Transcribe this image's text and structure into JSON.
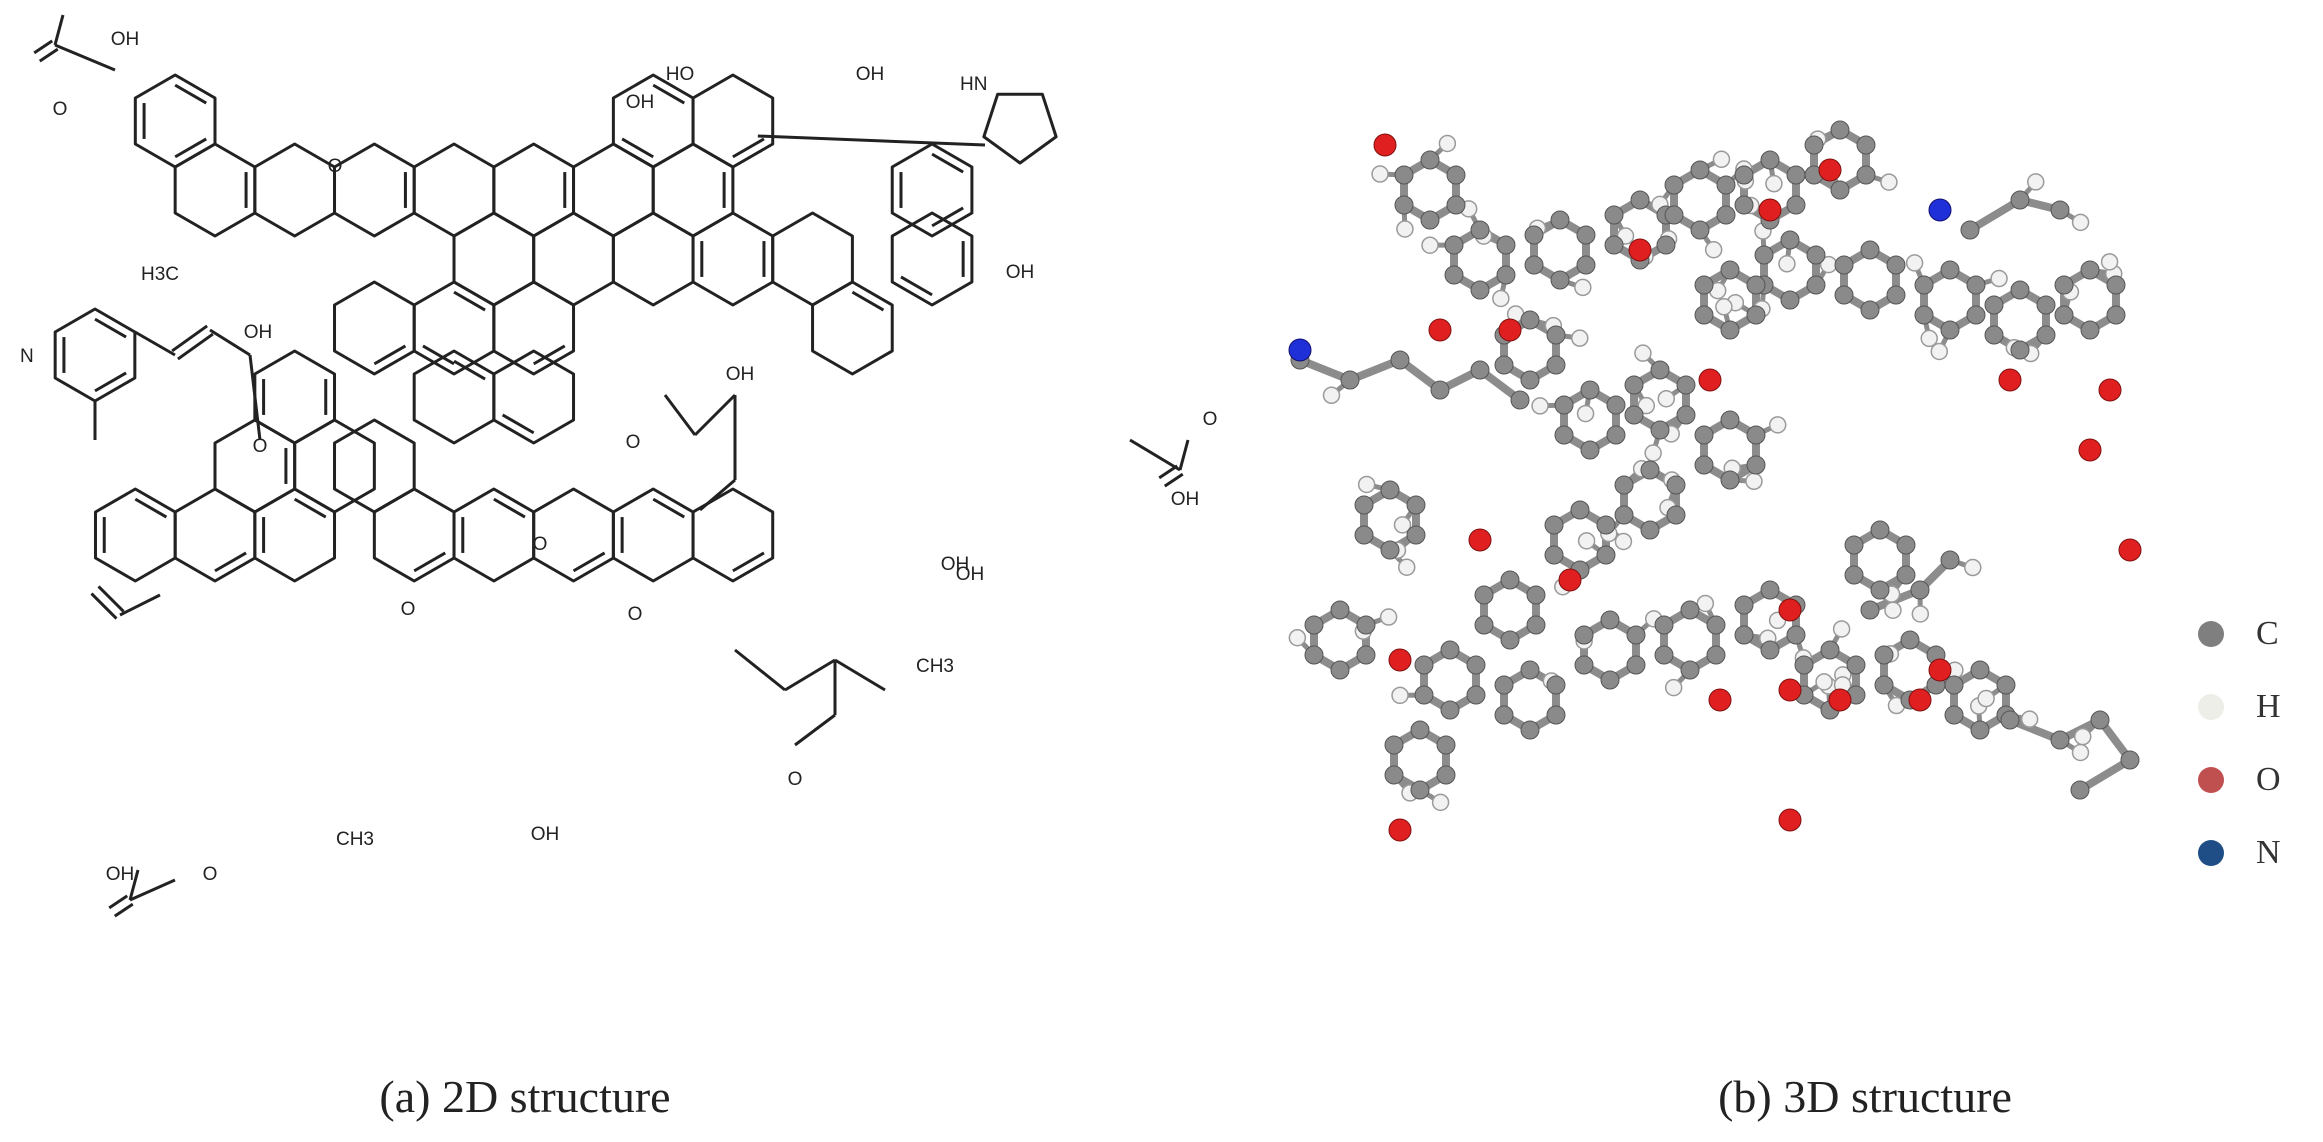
{
  "figure": {
    "panel_a": {
      "caption": "(a) 2D structure",
      "atom_labels": {
        "oh": "OH",
        "ho": "HO",
        "hn": "HN",
        "n": "N",
        "o": "O",
        "ch3": "CH3",
        "h3c": "H3C"
      }
    },
    "panel_b": {
      "caption": "(b) 3D structure"
    }
  },
  "legend": {
    "items": [
      {
        "label": "C",
        "color": "#7f7f7f"
      },
      {
        "label": "H",
        "color": "#eeeee8"
      },
      {
        "label": "O",
        "color": "#c05050"
      },
      {
        "label": "N",
        "color": "#1f4e86"
      }
    ]
  },
  "colors": {
    "bond": "#222222",
    "carbon": "#8a8a8a",
    "hydrogen": "#f2f2f2",
    "oxygen": "#e02020",
    "nitrogen": "#2030d8"
  }
}
